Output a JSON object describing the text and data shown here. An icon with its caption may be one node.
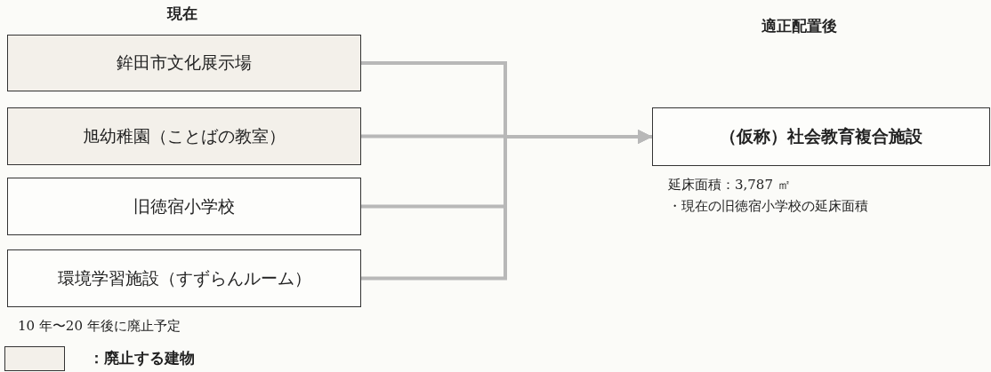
{
  "diagram": {
    "nodes": [
      {
        "text": [
          "鉾田市文化展示場"
        ]
      },
      {
        "text": [
          "旭幼稚園（ことばの教室）"
        ]
      },
      {
        "text": [
          "旧徳宿小学校"
        ]
      },
      {
        "text": [
          "環境学習施設（すずらんルーム）"
        ],
        "beside": [
          "10 年〜20 年後に廃止予定"
        ]
      },
      {
        "text": [
          "（仮称）社会教育複合施設"
        ],
        "beside": [
          "延床面積：3,787 ㎡",
          "・現在の旧徳宿小学校の延床面積"
        ]
      }
    ],
    "edges": [
      {
        "from": 0,
        "to": 4,
        "arrow": "to"
      },
      {
        "from": 1,
        "to": 4,
        "arrow": "to"
      },
      {
        "from": 2,
        "to": 4,
        "arrow": "to"
      },
      {
        "from": 3,
        "to": 4,
        "arrow": "to"
      }
    ],
    "labels": [
      "現在",
      "適正配置後"
    ],
    "legend": [
      {
        "text": "：廃止する建物",
        "color": "#f3f0ea"
      }
    ]
  }
}
